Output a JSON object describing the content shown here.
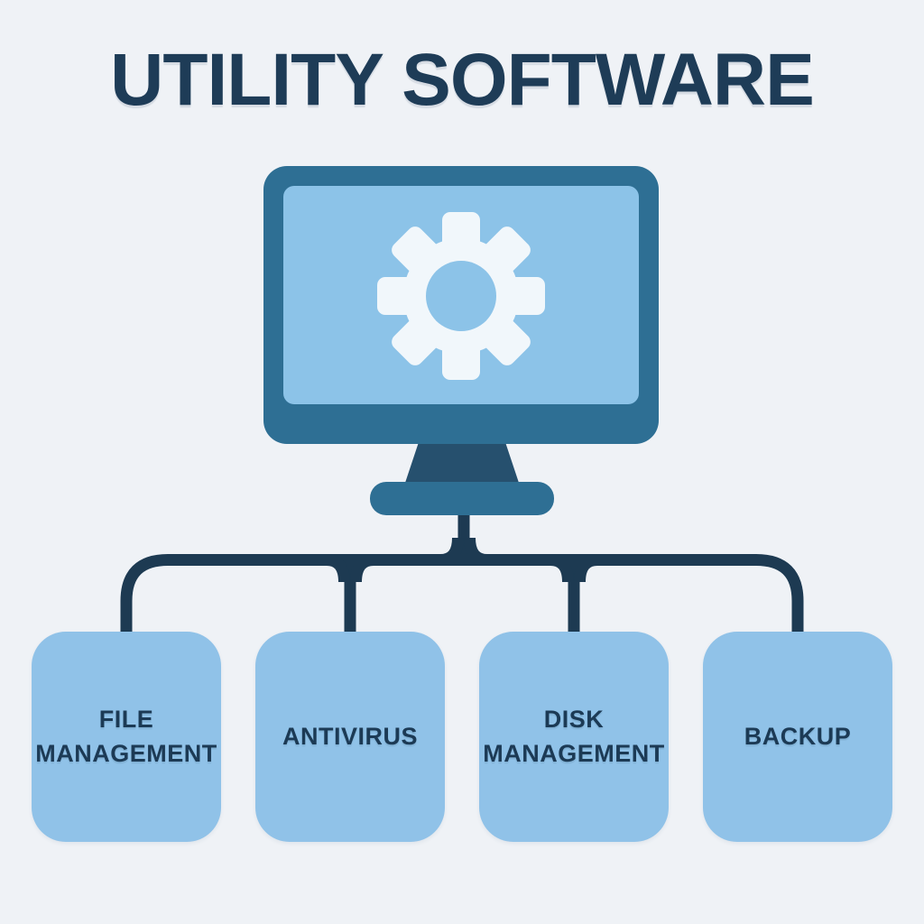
{
  "title": "UTILITY SOFTWARE",
  "diagram": {
    "root_icon": "computer-with-gear",
    "boxes": [
      {
        "label": "FILE MANAGEMENT"
      },
      {
        "label": "ANTIVIRUS"
      },
      {
        "label": "DISK MANAGEMENT"
      },
      {
        "label": "BACKUP"
      }
    ]
  },
  "colors": {
    "background": "#eff2f6",
    "title_text": "#1e3c57",
    "connector": "#1d3a52",
    "monitor_frame": "#2e6f94",
    "monitor_screen": "#8cc3e8",
    "monitor_stand": "#26506e",
    "monitor_base": "#2e6f94",
    "gear": "#f1f7fb",
    "box_fill": "#90c2e8",
    "box_text": "#1c3a55"
  }
}
